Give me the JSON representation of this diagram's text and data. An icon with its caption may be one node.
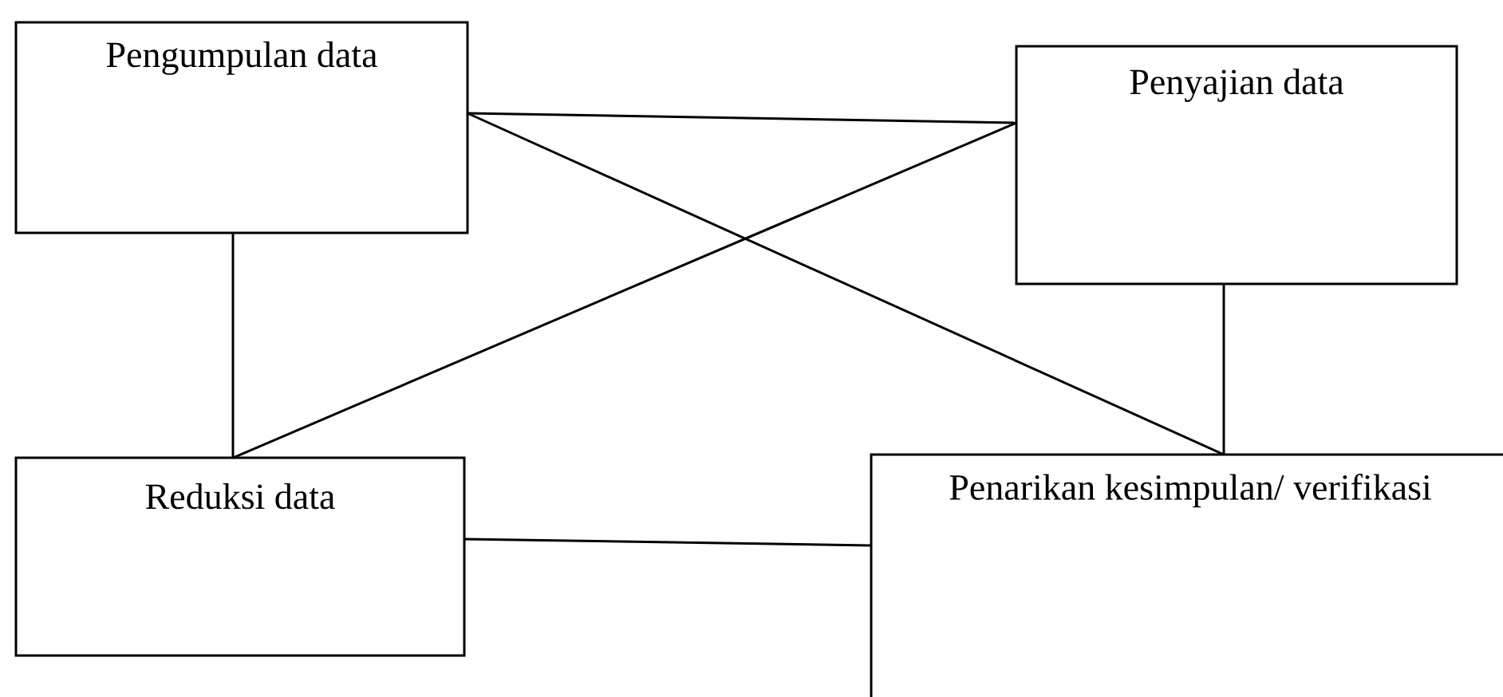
{
  "diagram": {
    "nodes": [
      {
        "text": [
          "Pengumpulan data"
        ]
      },
      {
        "text": [
          "Penyajian data"
        ]
      },
      {
        "text": [
          "Reduksi data"
        ]
      },
      {
        "text": [
          "Penarikan kesimpulan/ verifikasi"
        ]
      }
    ],
    "edges": [
      {
        "from": 0,
        "to": 1,
        "arrow": "none"
      },
      {
        "from": 0,
        "to": 3,
        "arrow": "none"
      },
      {
        "from": 1,
        "to": 2,
        "arrow": "none"
      },
      {
        "from": 0,
        "to": 2,
        "arrow": "none"
      },
      {
        "from": 1,
        "to": 3,
        "arrow": "none"
      },
      {
        "from": 2,
        "to": 3,
        "arrow": "none"
      }
    ]
  }
}
